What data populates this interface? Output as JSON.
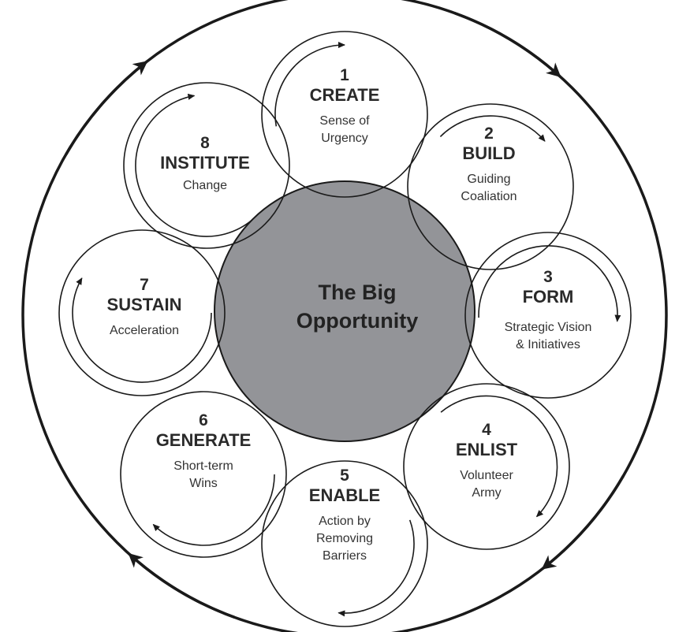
{
  "diagram": {
    "center": {
      "lines": [
        "The Big",
        "Opportunity"
      ],
      "fill": "#939498"
    },
    "stroke_color": "#1a1a1a",
    "steps": [
      {
        "number": "1",
        "title": "CREATE",
        "subtitle": [
          "Sense of",
          "Urgency"
        ]
      },
      {
        "number": "2",
        "title": "BUILD",
        "subtitle": [
          "Guiding",
          "Coaliation"
        ]
      },
      {
        "number": "3",
        "title": "FORM",
        "subtitle": [
          "Strategic Vision",
          "& Initiatives"
        ]
      },
      {
        "number": "4",
        "title": "ENLIST",
        "subtitle": [
          "Volunteer",
          "Army"
        ]
      },
      {
        "number": "5",
        "title": "ENABLE",
        "subtitle": [
          "Action by",
          "Removing",
          "Barriers"
        ]
      },
      {
        "number": "6",
        "title": "GENERATE",
        "subtitle": [
          "Short-term",
          "Wins"
        ]
      },
      {
        "number": "7",
        "title": "SUSTAIN",
        "subtitle": [
          "Acceleration"
        ]
      },
      {
        "number": "8",
        "title": "INSTITUTE",
        "subtitle": [
          "Change"
        ]
      }
    ],
    "flow_direction": "clockwise"
  }
}
